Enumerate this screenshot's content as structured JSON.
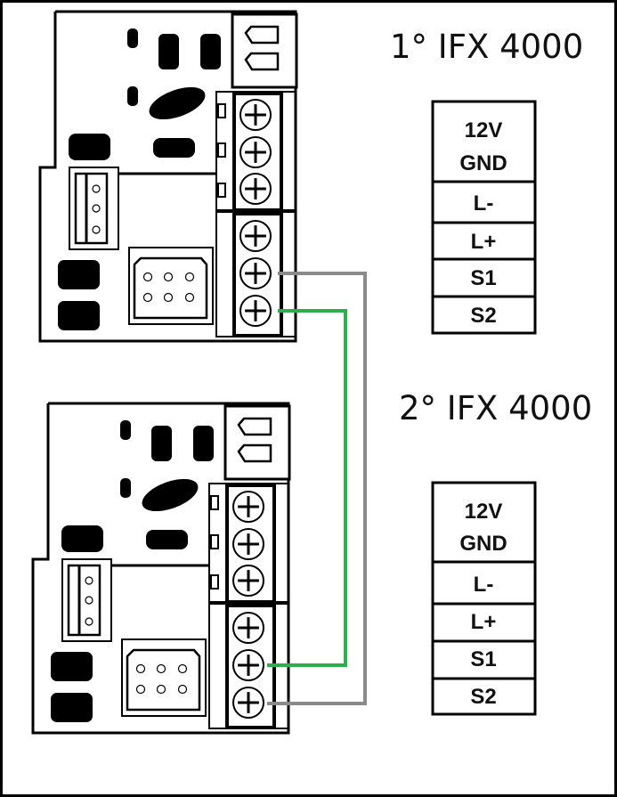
{
  "colors": {
    "outline": "#000000",
    "wire_gray": "#8a8a8a",
    "wire_green": "#2fae4e",
    "background": "#ffffff"
  },
  "units": [
    {
      "title": "1° IFX 4000",
      "terminal_labels": [
        [
          "12V",
          "GND"
        ],
        [
          "L-"
        ],
        [
          "L+"
        ],
        [
          "S1"
        ],
        [
          "S2"
        ]
      ]
    },
    {
      "title": "2° IFX 4000",
      "terminal_labels": [
        [
          "12V",
          "GND"
        ],
        [
          "L-"
        ],
        [
          "L+"
        ],
        [
          "S1"
        ],
        [
          "S2"
        ]
      ]
    }
  ],
  "wiring": [
    {
      "from": "unit1.S1",
      "to": "unit2.S2",
      "color": "gray"
    },
    {
      "from": "unit1.S2",
      "to": "unit2.S1",
      "color": "green"
    }
  ]
}
